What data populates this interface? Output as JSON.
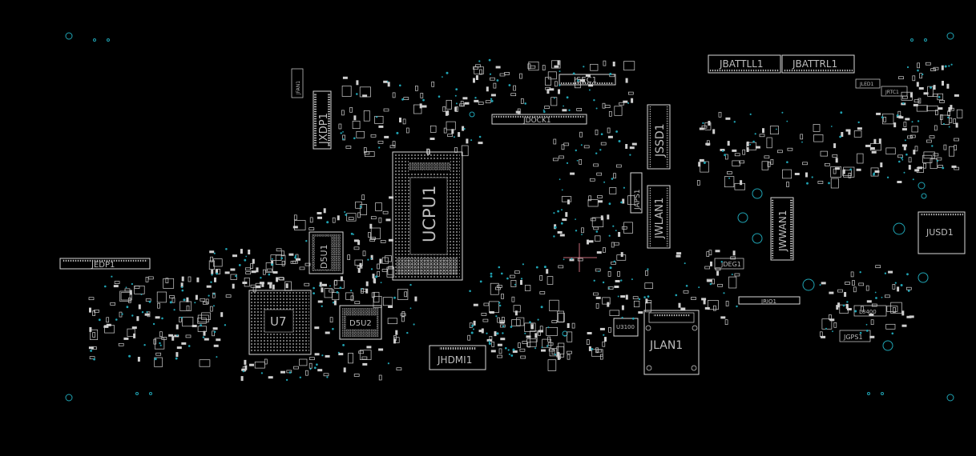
{
  "board": {
    "background": "#000000",
    "outline_color": "#d8d8d8",
    "via_color": "#1fa3b3",
    "cursor_color": "#c46a78"
  },
  "labels": {
    "ucpu1": "UCPU1",
    "u7": "U7",
    "d5u1": "D5U1",
    "d5u2": "D5U2",
    "jedp1": "JEDP1",
    "jxdp1": "JXDP1",
    "jdock1": "JDOCK1",
    "jsec1": "JSEC1",
    "jssd1": "JSSD1",
    "japs1": "JAPS1",
    "jwlan1": "JWLAN1",
    "jwwan1": "JWWAN1",
    "jbattll1": "JBATTLL1",
    "jbattrl1": "JBATTRL1",
    "jusd1": "JUSD1",
    "jhdmi1": "JHDMI1",
    "jlan1": "JLAN1",
    "jdeg1": "JDEG1",
    "jrio1": "JRIO1",
    "jgps1": "JGPS1",
    "u3100": "U3100",
    "jfan1": "JFAN1",
    "jled1": "JLED1",
    "jrtc1": "JRTC1",
    "l8400": "L8400"
  }
}
